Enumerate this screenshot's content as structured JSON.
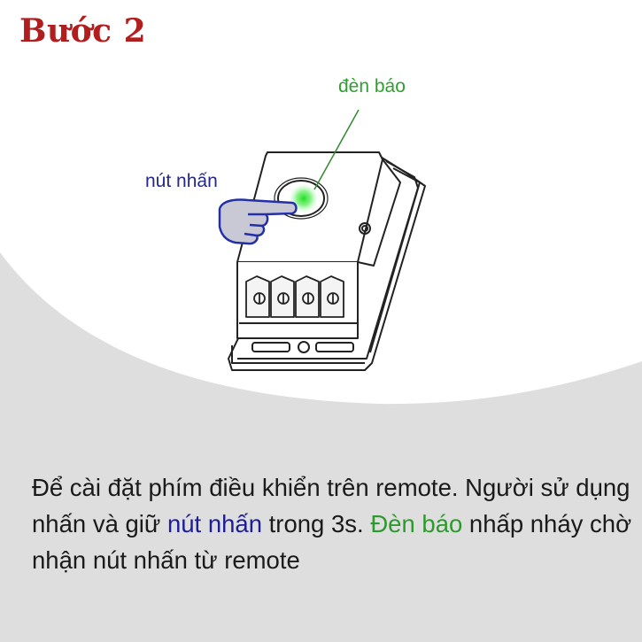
{
  "title": "Bước 2",
  "diagram": {
    "labels": {
      "indicator_light": "đèn báo",
      "push_button": "nút nhấn"
    },
    "colors": {
      "title": "#b21d1e",
      "indicator_label": "#2fa02f",
      "button_label": "#24288a",
      "led_glow": "#22dd22",
      "hand_fill": "#c9c9d6",
      "hand_stroke": "#2430a8",
      "background_gray": "#dedede"
    }
  },
  "description": {
    "part1": "Để cài đặt phím điều khiển trên remote. Người sử dụng nhấn và giữ ",
    "highlight_button": "nút nhấn",
    "part2": " trong 3s. ",
    "highlight_light": "Đèn báo",
    "part3": " nhấp nháy chờ nhận nút nhấn từ remote"
  }
}
